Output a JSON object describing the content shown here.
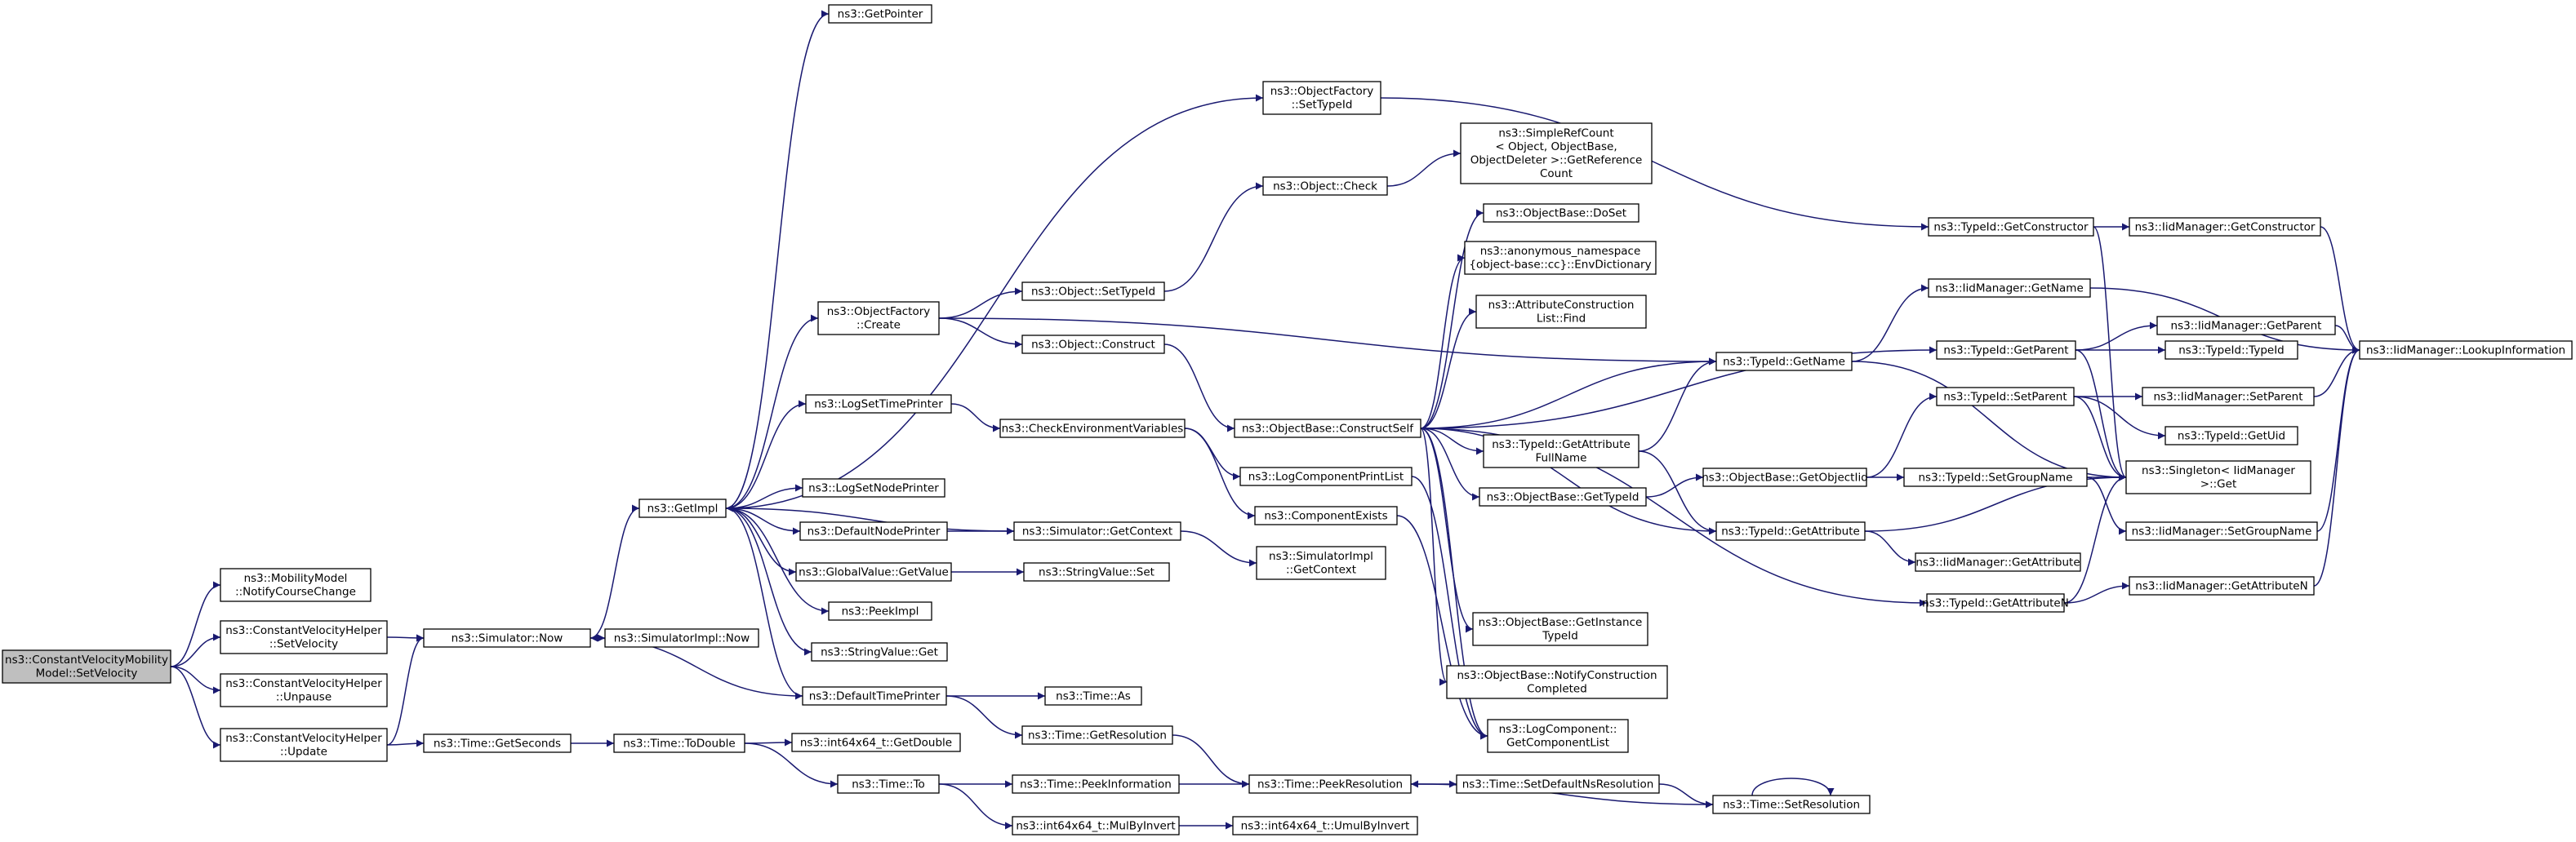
{
  "graph": {
    "title": "",
    "colors": {
      "edge": "#191970",
      "node_fill": "#ffffff",
      "root_fill": "#bfbfbf",
      "border": "#000000"
    },
    "nodes": [
      {
        "id": "root",
        "lines": [
          "ns3::ConstantVelocityMobility",
          "Model::SetVelocity"
        ]
      },
      {
        "id": "notify",
        "lines": [
          "ns3::MobilityModel",
          "::NotifyCourseChange"
        ]
      },
      {
        "id": "cvh_setvel",
        "lines": [
          "ns3::ConstantVelocityHelper",
          "::SetVelocity"
        ]
      },
      {
        "id": "cvh_unpause",
        "lines": [
          "ns3::ConstantVelocityHelper",
          "::Unpause"
        ]
      },
      {
        "id": "cvh_update",
        "lines": [
          "ns3::ConstantVelocityHelper",
          "::Update"
        ]
      },
      {
        "id": "sim_now",
        "lines": [
          "ns3::Simulator::Now"
        ]
      },
      {
        "id": "simimpl_now",
        "lines": [
          "ns3::SimulatorImpl::Now"
        ]
      },
      {
        "id": "getimpl",
        "lines": [
          "ns3::GetImpl"
        ]
      },
      {
        "id": "getpointer",
        "lines": [
          "ns3::GetPointer"
        ]
      },
      {
        "id": "of_create",
        "lines": [
          "ns3::ObjectFactory",
          "::Create"
        ]
      },
      {
        "id": "of_settypeid",
        "lines": [
          "ns3::ObjectFactory",
          "::SetTypeId"
        ]
      },
      {
        "id": "obj_check",
        "lines": [
          "ns3::Object::Check"
        ]
      },
      {
        "id": "simplerefcount",
        "lines": [
          "ns3::SimpleRefCount",
          "< Object, ObjectBase,",
          "ObjectDeleter >::GetReference",
          "Count"
        ]
      },
      {
        "id": "obj_settypeid",
        "lines": [
          "ns3::Object::SetTypeId"
        ]
      },
      {
        "id": "obj_construct",
        "lines": [
          "ns3::Object::Construct"
        ]
      },
      {
        "id": "ob_constructself",
        "lines": [
          "ns3::ObjectBase::ConstructSelf"
        ]
      },
      {
        "id": "ob_doset",
        "lines": [
          "ns3::ObjectBase::DoSet"
        ]
      },
      {
        "id": "envdict",
        "lines": [
          "ns3::anonymous_namespace",
          "{object-base::cc}::EnvDictionary"
        ]
      },
      {
        "id": "attrconst_find",
        "lines": [
          "ns3::AttributeConstruction",
          "List::Find"
        ]
      },
      {
        "id": "typeid_getname",
        "lines": [
          "ns3::TypeId::GetName"
        ]
      },
      {
        "id": "typeid_getattrfullname",
        "lines": [
          "ns3::TypeId::GetAttribute",
          "FullName"
        ]
      },
      {
        "id": "ob_gettypeid",
        "lines": [
          "ns3::ObjectBase::GetTypeId"
        ]
      },
      {
        "id": "ob_getobjectiid",
        "lines": [
          "ns3::ObjectBase::GetObjectIid"
        ]
      },
      {
        "id": "typeid_getattribute",
        "lines": [
          "ns3::TypeId::GetAttribute"
        ]
      },
      {
        "id": "typeid_getattributen",
        "lines": [
          "ns3::TypeId::GetAttributeN"
        ]
      },
      {
        "id": "ob_getinstancetypeid",
        "lines": [
          "ns3::ObjectBase::GetInstance",
          "TypeId"
        ]
      },
      {
        "id": "ob_notifyconstruction",
        "lines": [
          "ns3::ObjectBase::NotifyConstruction",
          "Completed"
        ]
      },
      {
        "id": "logcomponent_getlist",
        "lines": [
          "ns3::LogComponent::",
          "GetComponentList"
        ]
      },
      {
        "id": "logsettimeprinter",
        "lines": [
          "ns3::LogSetTimePrinter"
        ]
      },
      {
        "id": "checkenv",
        "lines": [
          "ns3::CheckEnvironmentVariables"
        ]
      },
      {
        "id": "logcomponentprintlist",
        "lines": [
          "ns3::LogComponentPrintList"
        ]
      },
      {
        "id": "componentexists",
        "lines": [
          "ns3::ComponentExists"
        ]
      },
      {
        "id": "logsetnodeprinter",
        "lines": [
          "ns3::LogSetNodePrinter"
        ]
      },
      {
        "id": "defaultnodeprinter",
        "lines": [
          "ns3::DefaultNodePrinter"
        ]
      },
      {
        "id": "sim_getcontext",
        "lines": [
          "ns3::Simulator::GetContext"
        ]
      },
      {
        "id": "simimpl_getcontext",
        "lines": [
          "ns3::SimulatorImpl",
          "::GetContext"
        ]
      },
      {
        "id": "globalvalue_getvalue",
        "lines": [
          "ns3::GlobalValue::GetValue"
        ]
      },
      {
        "id": "stringvalue_set",
        "lines": [
          "ns3::StringValue::Set"
        ]
      },
      {
        "id": "peekimpl",
        "lines": [
          "ns3::PeekImpl"
        ]
      },
      {
        "id": "stringvalue_get",
        "lines": [
          "ns3::StringValue::Get"
        ]
      },
      {
        "id": "defaulttimeprinter",
        "lines": [
          "ns3::DefaultTimePrinter"
        ]
      },
      {
        "id": "time_as",
        "lines": [
          "ns3::Time::As"
        ]
      },
      {
        "id": "time_getresolution",
        "lines": [
          "ns3::Time::GetResolution"
        ]
      },
      {
        "id": "time_getseconds",
        "lines": [
          "ns3::Time::GetSeconds"
        ]
      },
      {
        "id": "time_todouble",
        "lines": [
          "ns3::Time::ToDouble"
        ]
      },
      {
        "id": "int64_getdouble",
        "lines": [
          "ns3::int64x64_t::GetDouble"
        ]
      },
      {
        "id": "time_to",
        "lines": [
          "ns3::Time::To"
        ]
      },
      {
        "id": "time_peekinformation",
        "lines": [
          "ns3::Time::PeekInformation"
        ]
      },
      {
        "id": "time_peekresolution",
        "lines": [
          "ns3::Time::PeekResolution"
        ]
      },
      {
        "id": "int64_mulbyinvert",
        "lines": [
          "ns3::int64x64_t::MulByInvert"
        ]
      },
      {
        "id": "int64_umulbyinvert",
        "lines": [
          "ns3::int64x64_t::UmulByInvert"
        ]
      },
      {
        "id": "time_setdefaultnsres",
        "lines": [
          "ns3::Time::SetDefaultNsResolution"
        ]
      },
      {
        "id": "time_setresolution",
        "lines": [
          "ns3::Time::SetResolution"
        ]
      },
      {
        "id": "typeid_getconstructor",
        "lines": [
          "ns3::TypeId::GetConstructor"
        ]
      },
      {
        "id": "iid_getconstructor",
        "lines": [
          "ns3::IidManager::GetConstructor"
        ]
      },
      {
        "id": "iid_getname",
        "lines": [
          "ns3::IidManager::GetName"
        ]
      },
      {
        "id": "typeid_getparent",
        "lines": [
          "ns3::TypeId::GetParent"
        ]
      },
      {
        "id": "iid_getparent",
        "lines": [
          "ns3::IidManager::GetParent"
        ]
      },
      {
        "id": "typeid_typeid",
        "lines": [
          "ns3::TypeId::TypeId"
        ]
      },
      {
        "id": "typeid_setparent",
        "lines": [
          "ns3::TypeId::SetParent"
        ]
      },
      {
        "id": "iid_setparent",
        "lines": [
          "ns3::IidManager::SetParent"
        ]
      },
      {
        "id": "typeid_getuid",
        "lines": [
          "ns3::TypeId::GetUid"
        ]
      },
      {
        "id": "typeid_setgroupname",
        "lines": [
          "ns3::TypeId::SetGroupName"
        ]
      },
      {
        "id": "singleton_get",
        "lines": [
          "ns3::Singleton< IidManager",
          ">::Get"
        ]
      },
      {
        "id": "iid_setgroupname",
        "lines": [
          "ns3::IidManager::SetGroupName"
        ]
      },
      {
        "id": "iid_getattribute",
        "lines": [
          "ns3::IidManager::GetAttribute"
        ]
      },
      {
        "id": "iid_getattributen",
        "lines": [
          "ns3::IidManager::GetAttributeN"
        ]
      },
      {
        "id": "iid_lookupinformation",
        "lines": [
          "ns3::IidManager::LookupInformation"
        ]
      }
    ]
  }
}
